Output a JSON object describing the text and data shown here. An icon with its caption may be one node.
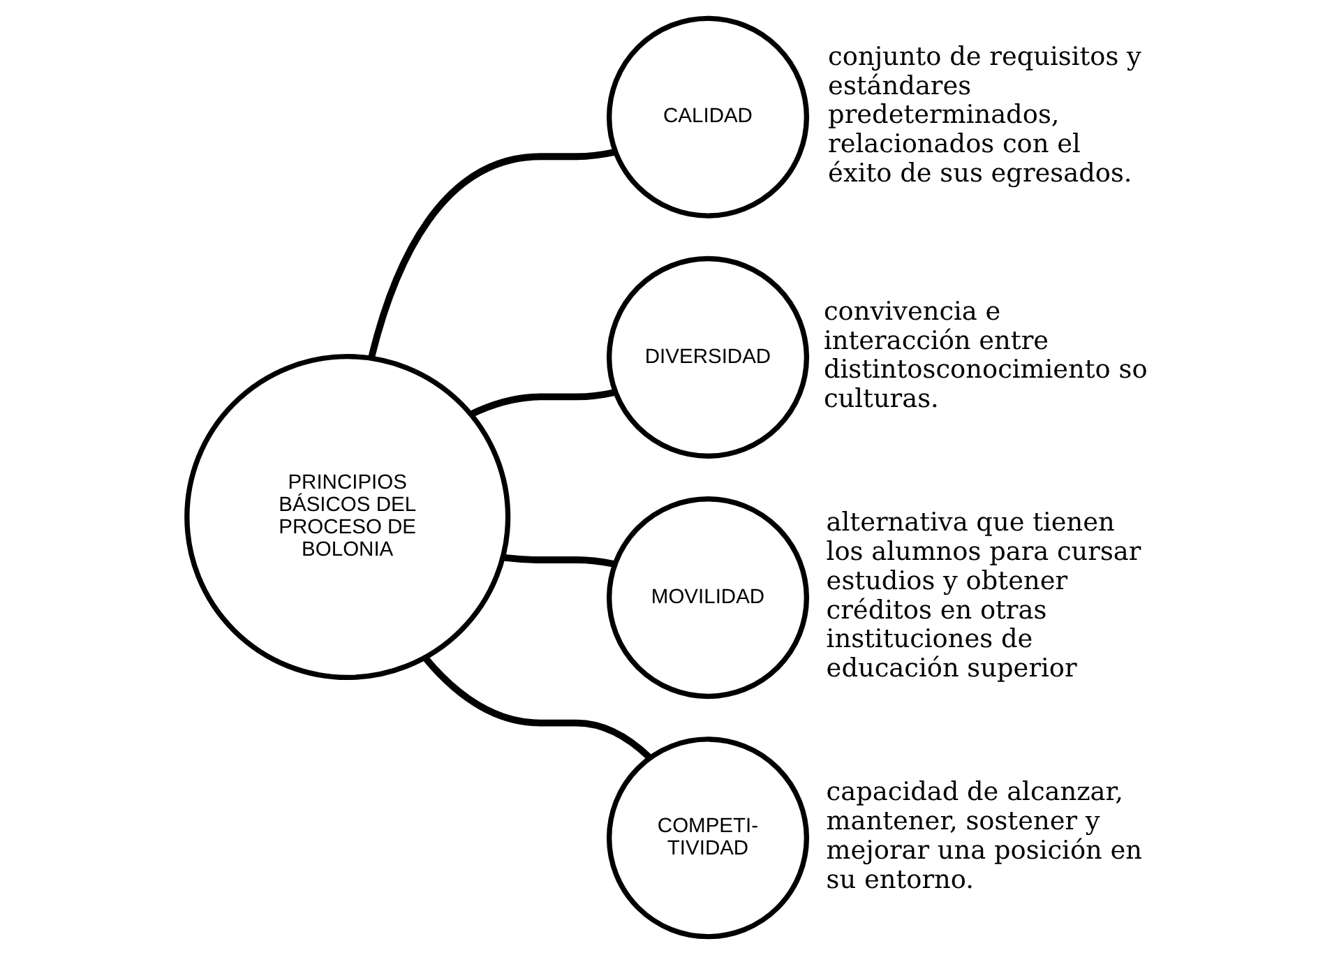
{
  "diagram": {
    "nodes": [
      {
        "text": [
          "PRINCIPIOS BÁSICOS DEL PROCESO DE BOLONIA"
        ]
      },
      {
        "text": [
          "CALIDAD"
        ],
        "beside": [
          "conjunto de requisitos y estándares predeterminados, relacionados con el éxito de sus egresados."
        ]
      },
      {
        "text": [
          "DIVERSIDAD"
        ],
        "beside": [
          "convivencia e interacción entre distintosconocimiento so culturas."
        ]
      },
      {
        "text": [
          "MOVILIDAD"
        ],
        "beside": [
          "alternativa que tienen los alumnos para cursar estudios y obtener créditos en otras instituciones de educación superior"
        ]
      },
      {
        "text": [
          "COMPETI- TIVIDAD"
        ],
        "beside": [
          "capacidad de alcanzar, mantener, sostener y mejorar una posición en su entorno."
        ]
      }
    ],
    "edges": [
      {
        "from": 0,
        "to": 1,
        "arrow": "none"
      },
      {
        "from": 0,
        "to": 2,
        "arrow": "none"
      },
      {
        "from": 0,
        "to": 3,
        "arrow": "none"
      },
      {
        "from": 0,
        "to": 4,
        "arrow": "none"
      }
    ]
  }
}
